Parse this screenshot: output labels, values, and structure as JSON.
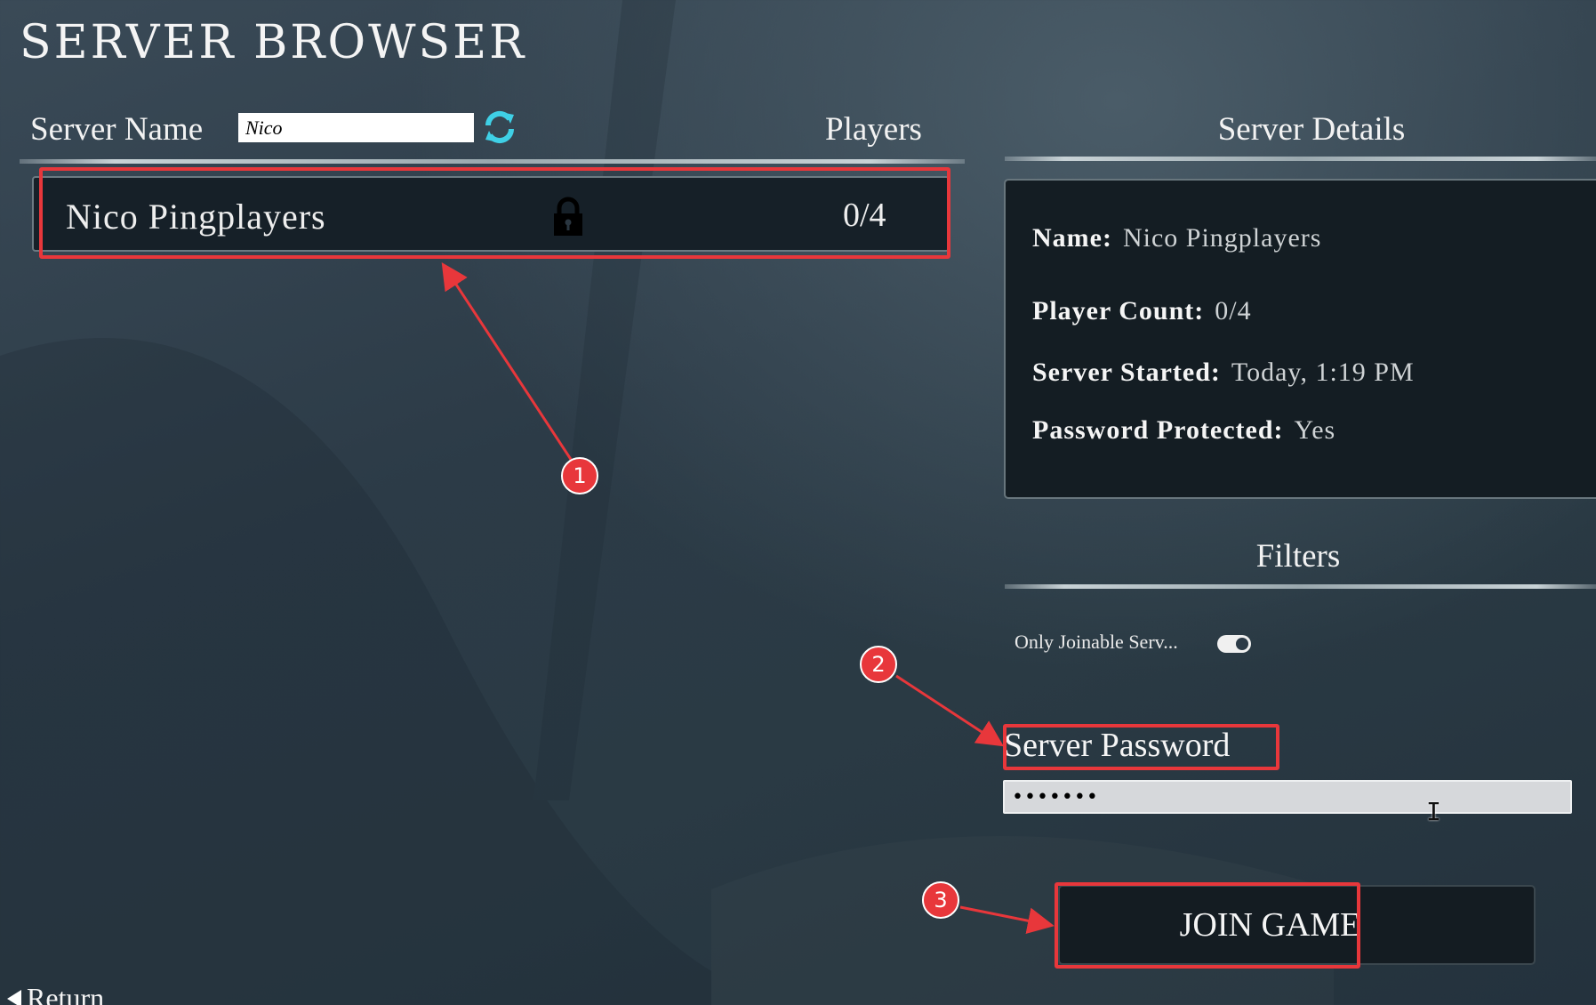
{
  "title": "SERVER BROWSER",
  "list": {
    "server_name_label": "Server Name",
    "search_value": "Nico",
    "players_label": "Players",
    "rows": [
      {
        "name": "Nico Pingplayers",
        "locked": true,
        "players": "0/4"
      }
    ]
  },
  "details": {
    "title": "Server Details",
    "name_label": "Name:",
    "name_value": "Nico Pingplayers",
    "count_label": "Player Count:",
    "count_value": "0/4",
    "started_label": "Server Started:",
    "started_value": "Today, 1:19 PM",
    "protected_label": "Password Protected:",
    "protected_value": "Yes"
  },
  "filters": {
    "title": "Filters",
    "only_joinable_label": "Only Joinable Serv...",
    "only_joinable_on": true
  },
  "password": {
    "label": "Server Password",
    "value": "•••••••"
  },
  "join_label": "JOIN GAME",
  "return_label": "Return",
  "annotations": [
    "1",
    "2",
    "3"
  ],
  "colors": {
    "annotation": "#e8373b",
    "refresh": "#3fd0e6",
    "panel": "#141d23"
  }
}
